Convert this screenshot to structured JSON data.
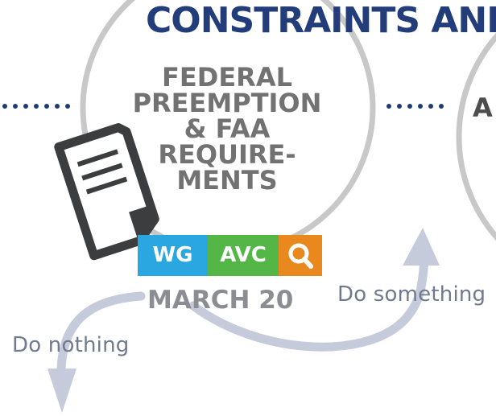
{
  "title": "CONSTRAINTS AND",
  "topic": {
    "lines": [
      "FEDERAL",
      "PREEMPTION",
      "& FAA",
      "REQUIRE-",
      "MENTS"
    ]
  },
  "badges": {
    "wg": "WG",
    "avc": "AVC",
    "search_icon": "search-icon"
  },
  "date": "MARCH 20",
  "options": {
    "nothing": "Do nothing",
    "something": "Do something"
  },
  "next_topic_initial": "A",
  "colors": {
    "title": "#233d7b",
    "topic_text": "#727272",
    "circle": "#c8c8c8",
    "dots": "#1d3a78",
    "wg": "#2aa7e0",
    "avc": "#55b648",
    "search": "#e9891d",
    "arrow": "#c5cbdb",
    "date": "#8b8d92",
    "option_text": "#707a8e",
    "document_icon": "#3b3d3f"
  }
}
